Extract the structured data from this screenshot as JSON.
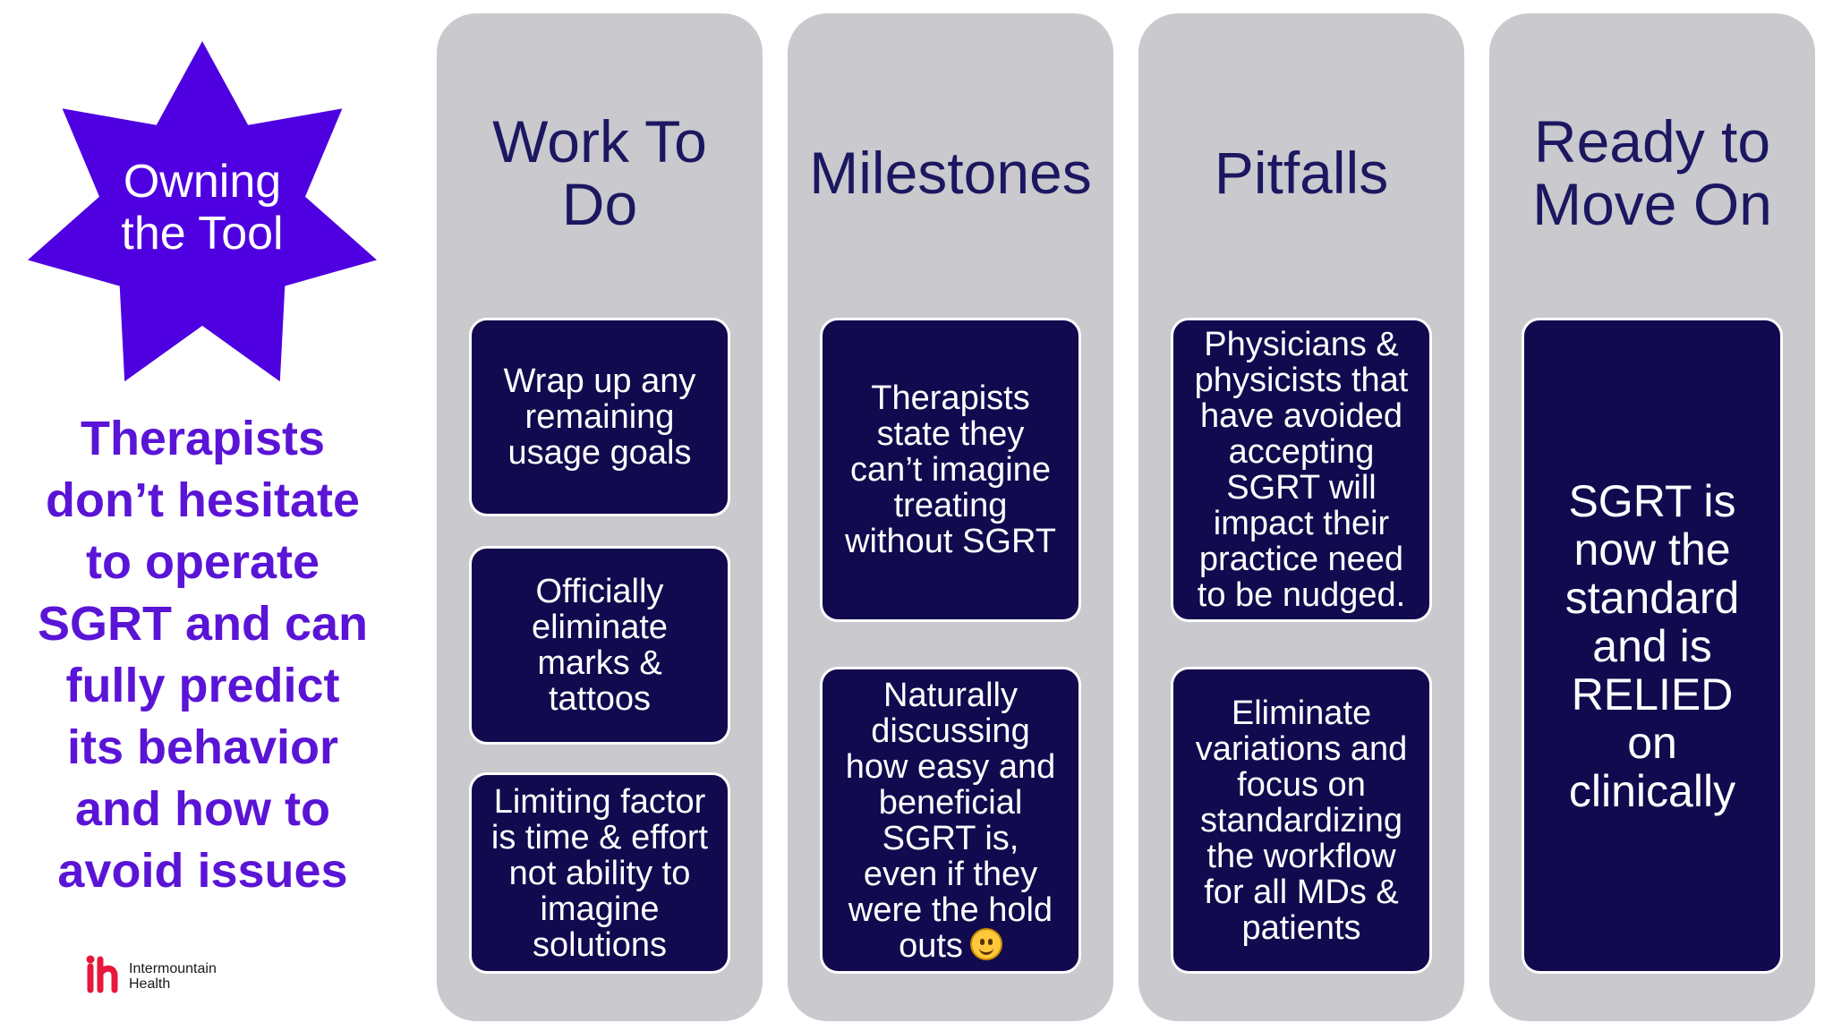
{
  "badge": {
    "line1": "Owning",
    "line2": "the Tool",
    "color": "#4f00e0"
  },
  "headline": {
    "color": "#5a14d6",
    "lines": [
      "Therapists",
      "don’t hesitate",
      "to operate",
      "SGRT and can",
      "fully predict",
      "its behavior",
      "and how to",
      "avoid issues"
    ]
  },
  "logo": {
    "line1": "Intermountain",
    "line2": "Health",
    "mark_color": "#e8183c"
  },
  "columns": [
    {
      "title_lines": [
        "Work To",
        "Do"
      ],
      "cards": [
        {
          "lines": [
            "Wrap up any",
            "remaining",
            "usage goals"
          ]
        },
        {
          "lines": [
            "Officially",
            "eliminate",
            "marks &",
            "tattoos"
          ]
        },
        {
          "lines": [
            "Limiting factor",
            "is time & effort",
            "not ability to",
            "imagine",
            "solutions"
          ]
        }
      ]
    },
    {
      "title_lines": [
        "Milestones"
      ],
      "cards": [
        {
          "lines": [
            "Therapists",
            "state they",
            "can’t imagine",
            "treating",
            "without SGRT"
          ]
        },
        {
          "lines": [
            "Naturally",
            "discussing",
            "how easy and",
            "beneficial",
            "SGRT is,",
            "even if they",
            "were the hold",
            "outs"
          ],
          "emoji": "smile-emoji"
        }
      ]
    },
    {
      "title_lines": [
        "Pitfalls"
      ],
      "cards": [
        {
          "lines": [
            "Physicians &",
            "physicists that",
            "have avoided",
            "accepting",
            "SGRT will",
            "impact their",
            "practice need",
            "to be nudged."
          ]
        },
        {
          "lines": [
            "Eliminate",
            "variations and",
            "focus on",
            "standardizing",
            "the workflow",
            "for all MDs &",
            "patients"
          ]
        }
      ]
    },
    {
      "title_lines": [
        "Ready to",
        "Move On"
      ],
      "cards": [
        {
          "lines": [
            "SGRT is",
            "now the",
            "standard",
            "and is",
            "RELIED",
            "on",
            "clinically"
          ]
        }
      ]
    }
  ]
}
